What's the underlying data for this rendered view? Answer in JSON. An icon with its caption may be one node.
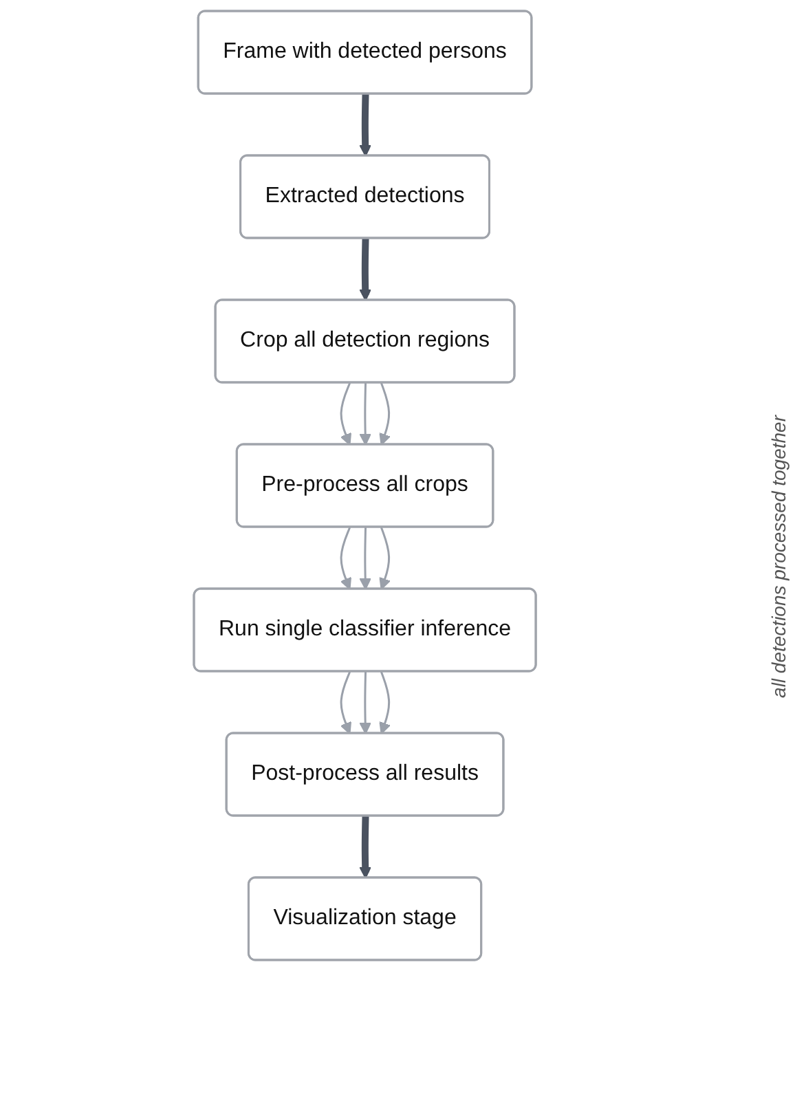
{
  "diagram": {
    "nodes": [
      {
        "text": [
          "Frame with detected persons"
        ]
      },
      {
        "text": [
          "Extracted detections"
        ]
      },
      {
        "text": [
          "Crop all detection regions"
        ]
      },
      {
        "text": [
          "Pre-process all crops"
        ]
      },
      {
        "text": [
          "Run single classifier inference"
        ]
      },
      {
        "text": [
          "Post-process all results"
        ]
      },
      {
        "text": [
          "Visualization stage"
        ]
      }
    ],
    "edges": [
      {
        "from": 0,
        "to": 1,
        "arrow": "to",
        "style": "thick",
        "color": "#4a5260"
      },
      {
        "from": 1,
        "to": 2,
        "arrow": "to",
        "style": "thick",
        "color": "#4a5260"
      },
      {
        "from": 2,
        "to": 3,
        "arrow": "to"
      },
      {
        "from": 2,
        "to": 3,
        "arrow": "to"
      },
      {
        "from": 2,
        "to": 3,
        "arrow": "to"
      },
      {
        "from": 3,
        "to": 4,
        "arrow": "to"
      },
      {
        "from": 3,
        "to": 4,
        "arrow": "to"
      },
      {
        "from": 3,
        "to": 4,
        "arrow": "to"
      },
      {
        "from": 4,
        "to": 5,
        "arrow": "to"
      },
      {
        "from": 4,
        "to": 5,
        "arrow": "to"
      },
      {
        "from": 4,
        "to": 5,
        "arrow": "to"
      },
      {
        "from": 5,
        "to": 6,
        "arrow": "to",
        "style": "thick",
        "color": "#4a5260"
      }
    ],
    "labels": [
      "all detections processed together"
    ]
  }
}
